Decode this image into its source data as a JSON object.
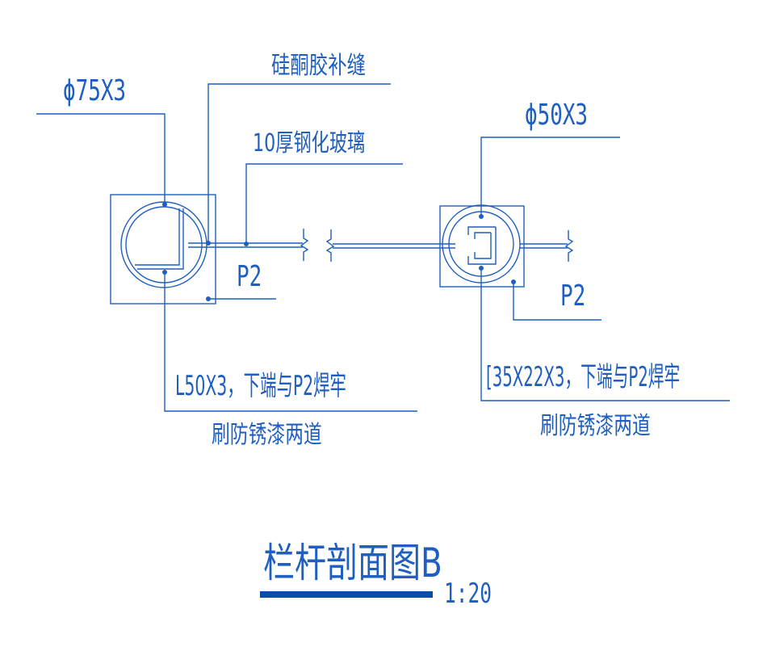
{
  "colors": {
    "line": "#1e5fbf",
    "text": "#1e5fbf",
    "title_bar": "#0b4ea8",
    "background": "#ffffff"
  },
  "left_section": {
    "pipe_label": "ϕ75X3",
    "seal_label": "硅酮胶补缝",
    "glass_label": "10厚钢化玻璃",
    "plate_label": "P2",
    "angle_label": "L50X3，下端与P2焊牢",
    "paint_label": "刷防锈漆两道"
  },
  "right_section": {
    "pipe_label": "ϕ50X3",
    "plate_label": "P2",
    "channel_label": "[35X22X3，下端与P2焊牢",
    "paint_label": "刷防锈漆两道"
  },
  "title": {
    "text": "栏杆剖面图B",
    "scale": "1:20"
  }
}
